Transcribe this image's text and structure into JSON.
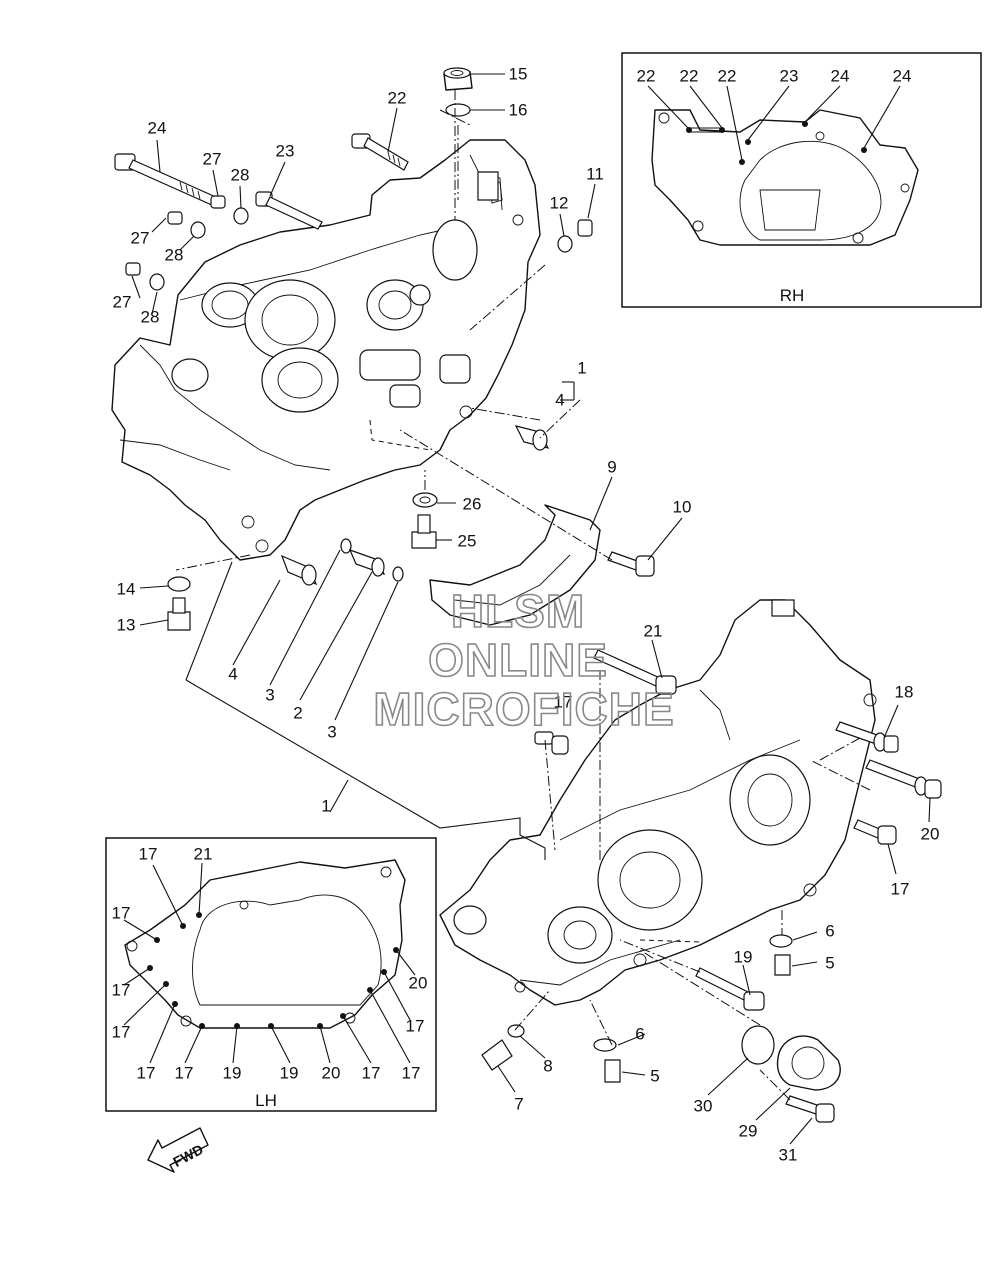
{
  "callouts": {
    "c1": "1",
    "c2": "2",
    "c3": "3",
    "c4": "4",
    "c5": "5",
    "c6": "6",
    "c7": "7",
    "c8": "8",
    "c9": "9",
    "c10": "10",
    "c11": "11",
    "c12": "12",
    "c13": "13",
    "c14": "14",
    "c15": "15",
    "c16": "16",
    "c17": "17",
    "c18": "18",
    "c19": "19",
    "c20": "20",
    "c21": "21",
    "c22": "22",
    "c23": "23",
    "c24": "24",
    "c25": "25",
    "c26": "26",
    "c27": "27",
    "c28": "28",
    "c29": "29",
    "c30": "30",
    "c31": "31"
  },
  "inset_rh": {
    "title": "RH"
  },
  "inset_lh": {
    "title": "LH"
  },
  "watermark": {
    "line1": "HLSM",
    "line2": "ONLINE",
    "line3": "MICROFICHE"
  },
  "fwd_arrow": {
    "label": "FWD"
  }
}
